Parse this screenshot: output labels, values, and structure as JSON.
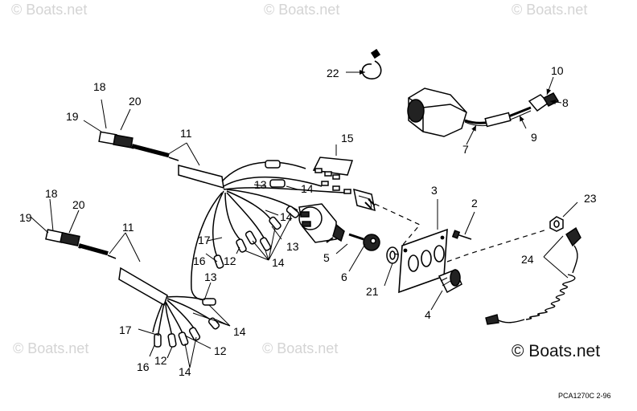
{
  "watermarks": {
    "top_left": "© Boats.net",
    "top_center": "© Boats.net",
    "top_right": "© Boats.net",
    "bottom_left": "© Boats.net",
    "bottom_center": "© Boats.net",
    "bottom_right": "© Boats.net"
  },
  "drawing_code": "PCA1270C  2-96",
  "callouts": {
    "c22": "22",
    "c10": "10",
    "c8": "8",
    "c9": "9",
    "c7": "7",
    "c18a": "18",
    "c20a": "20",
    "c19a": "19",
    "c11a": "11",
    "c15": "15",
    "c13a": "13",
    "c14a": "14",
    "c14b": "14",
    "c13b": "13",
    "c17a": "17",
    "c16a": "16",
    "c12a": "12",
    "c14c": "14",
    "c3": "3",
    "c2": "2",
    "c5": "5",
    "c6": "6",
    "c21": "21",
    "c4": "4",
    "c23": "23",
    "c24": "24",
    "c18b": "18",
    "c20b": "20",
    "c19b": "19",
    "c11b": "11",
    "c13c": "13",
    "c14d": "14",
    "c17b": "17",
    "c16b": "16",
    "c12b": "12",
    "c12c": "12",
    "c14e": "14"
  }
}
